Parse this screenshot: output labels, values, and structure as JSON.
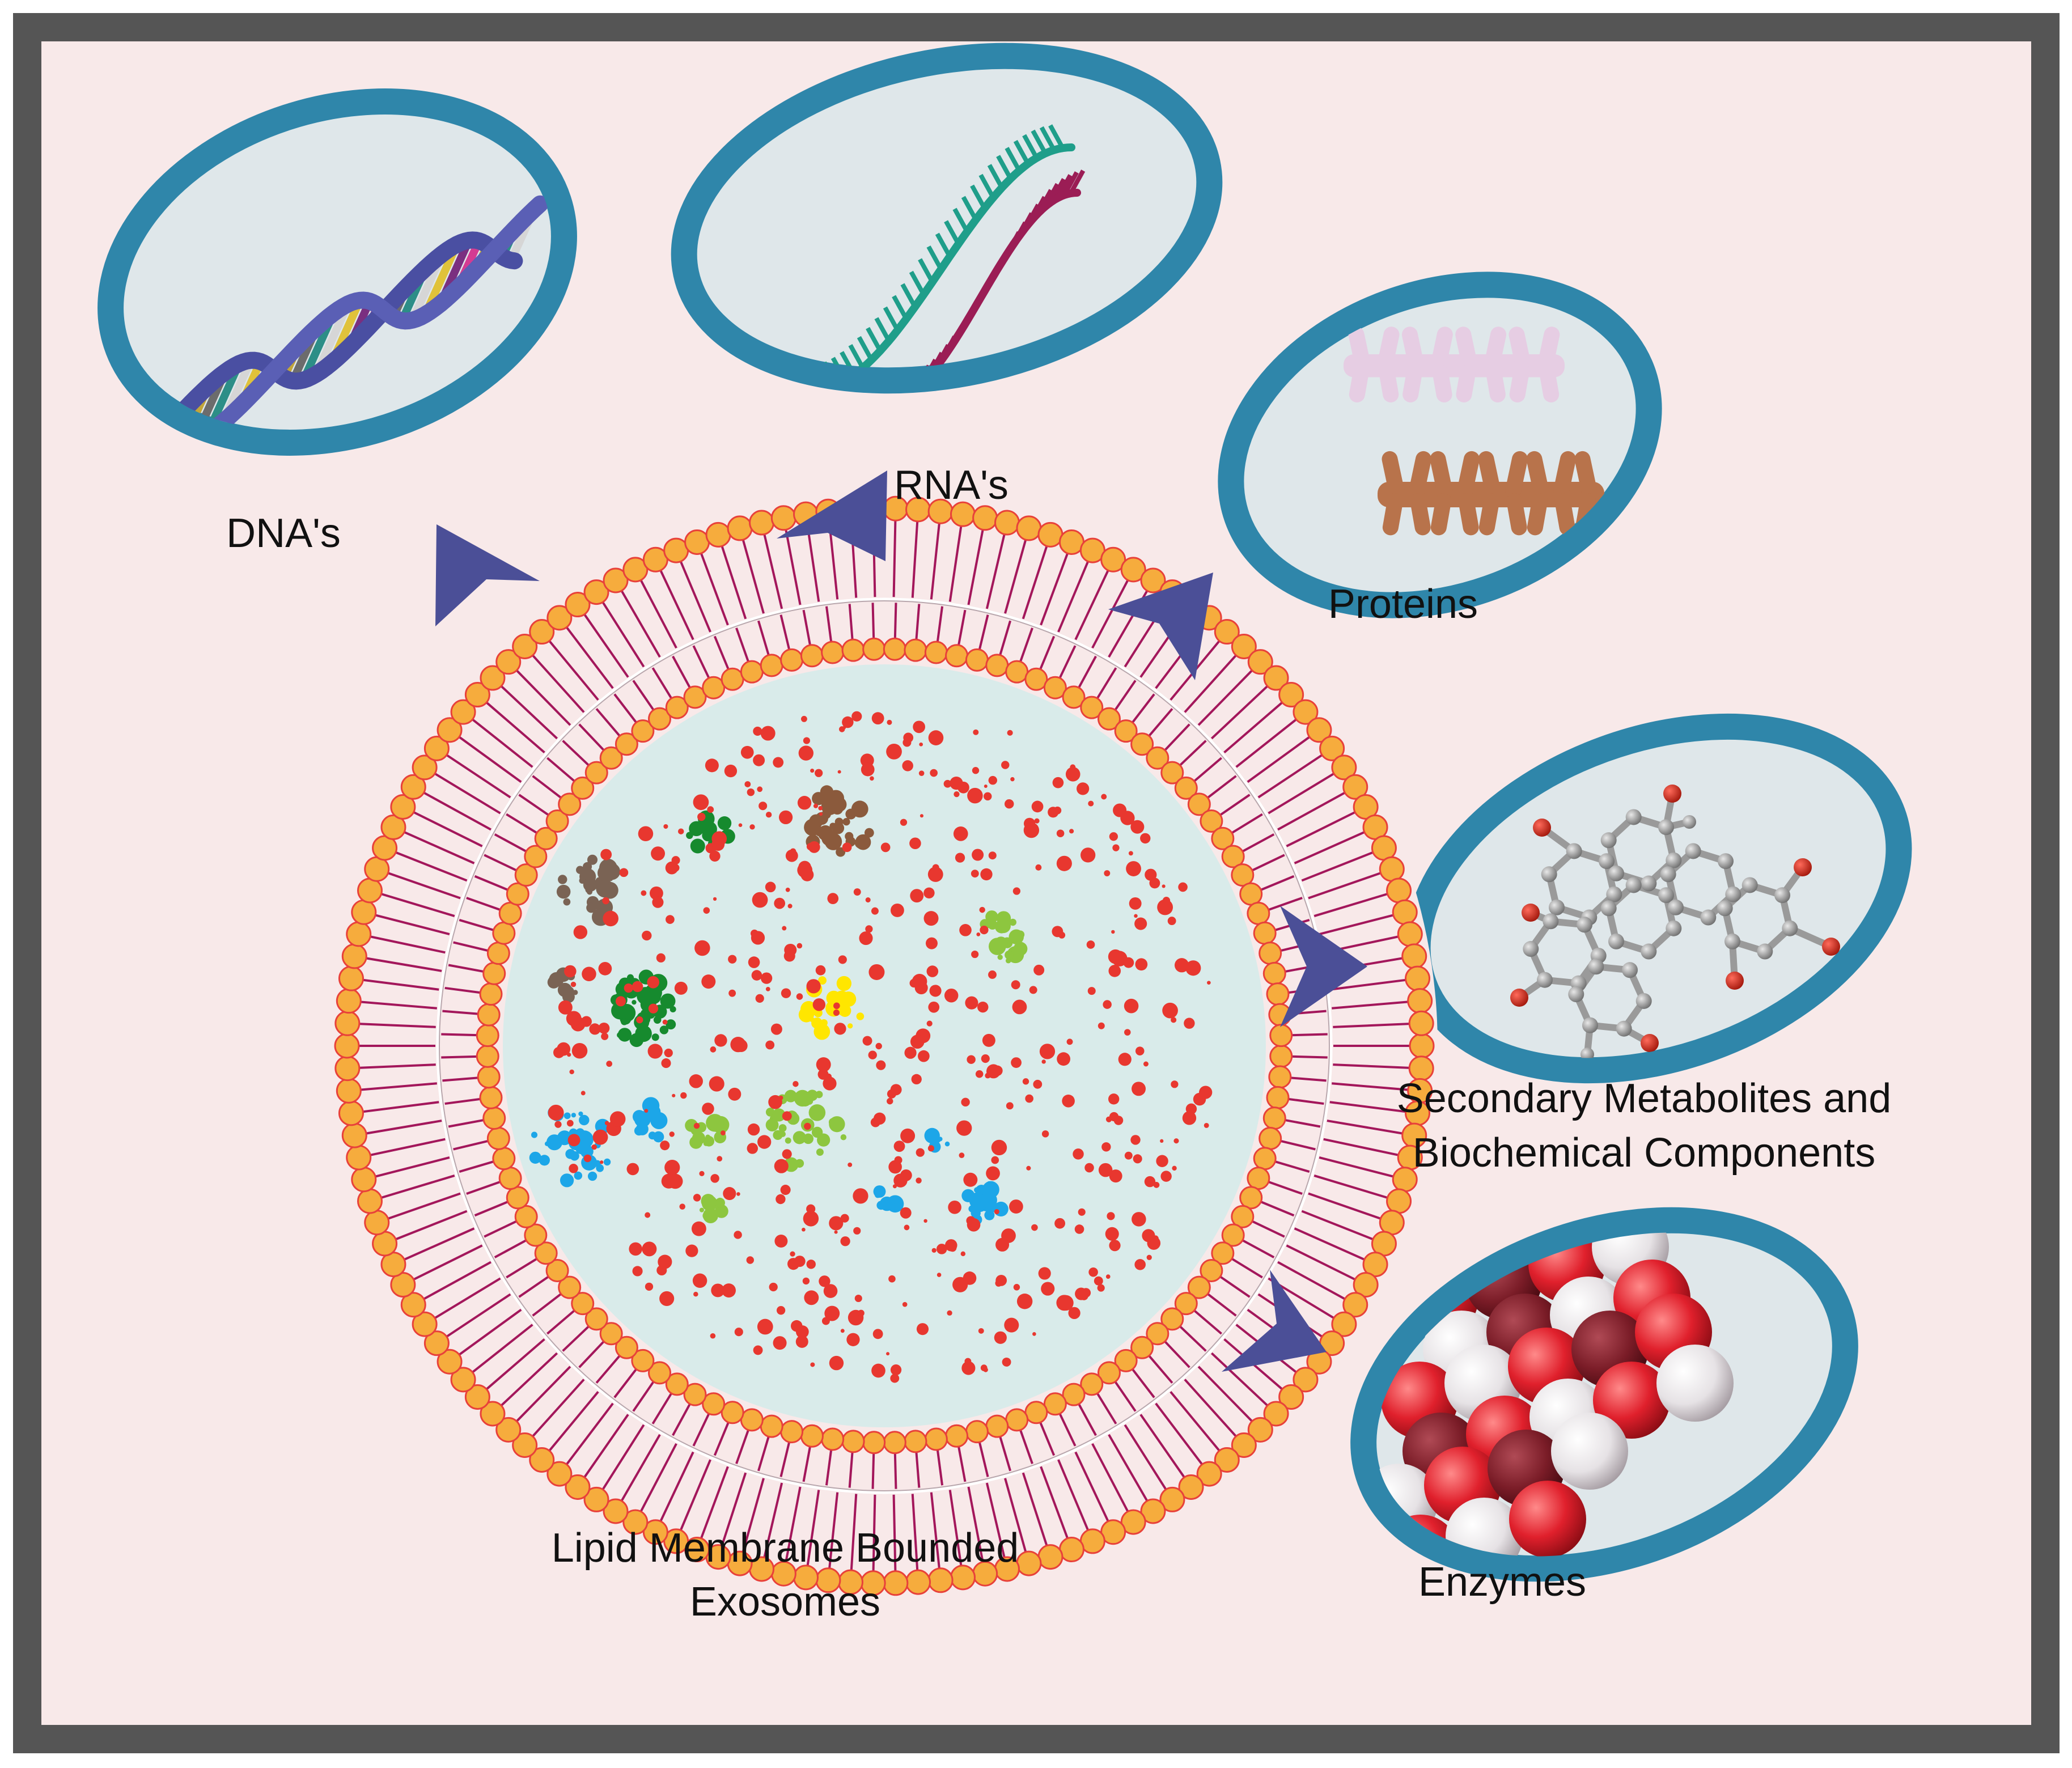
{
  "labels": {
    "dna": "DNA's",
    "rna": "RNA's",
    "proteins": "Proteins",
    "metabolites_line1": "Secondary Metabolites and",
    "metabolites_line2": "Biochemical Components",
    "enzymes": "Enzymes",
    "exosome_line1": "Lipid Membrane Bounded",
    "exosome_line2": "Exosomes"
  },
  "colors": {
    "frame": "#555555",
    "background": "#f8e9e9",
    "capsule_ring": "#2f86aa",
    "capsule_fill": "#dfe7ea",
    "arrow": "#4b4f97",
    "lipid_head": "#f6ac3d",
    "lipid_outline": "#e8413a",
    "lipid_tail": "#a3175b",
    "exosome_lumen": "#d9ebea",
    "cargo": [
      "#e8372f",
      "#7a6354",
      "#168a2e",
      "#8dc63f",
      "#ffe600",
      "#1ca6e8",
      "#8b5a3c"
    ]
  },
  "icons": {
    "dna": "dna-double-helix-icon",
    "rna": "rna-strands-icon",
    "proteins": "protein-fold-icon",
    "metabolites": "molecule-ball-stick-icon",
    "enzymes": "enzyme-sphere-cluster-icon"
  }
}
